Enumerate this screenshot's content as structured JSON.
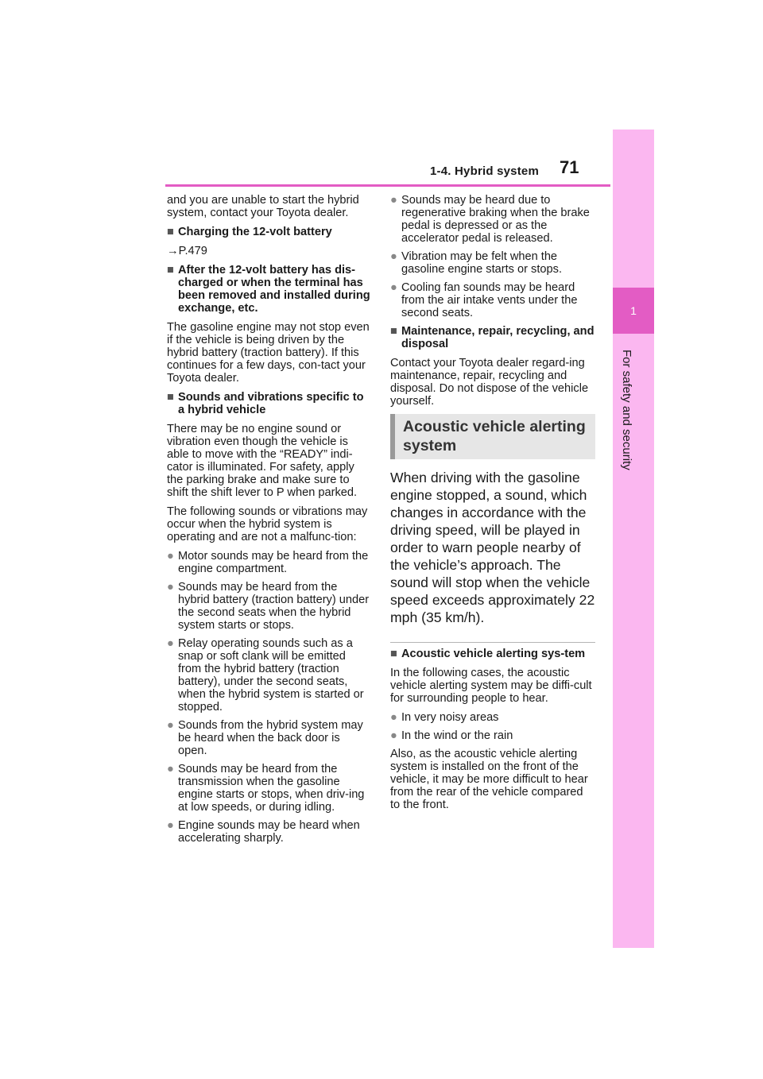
{
  "header": {
    "section": "1-4. Hybrid system",
    "page_number": "71"
  },
  "side_tab": {
    "number": "1",
    "label": "For safety and security"
  },
  "left_column": {
    "intro": "and you are unable to start the hybrid system, contact your Toyota dealer.",
    "charging": {
      "title": "Charging the 12-volt battery",
      "ref": "→P.479"
    },
    "after_discharge": {
      "title": "After the 12-volt battery has dis-charged or when the terminal has been removed and installed during exchange, etc.",
      "body": "The gasoline engine may not stop even if the vehicle is being driven by the hybrid battery (traction battery). If this continues for a few days, con-tact your Toyota dealer."
    },
    "sounds": {
      "title": "Sounds and vibrations specific to a hybrid vehicle",
      "body1": "There may be no engine sound or vibration even though the vehicle is able to move with the “READY” indi-cator is illuminated. For safety, apply the parking brake and make sure to shift the shift lever to P when parked.",
      "body2": "The following sounds or vibrations may occur when the hybrid system is operating and are not a malfunc-tion:",
      "bullets": [
        "Motor sounds may be heard from the engine compartment.",
        "Sounds may be heard from the hybrid battery (traction battery) under the second seats when the hybrid system starts or stops.",
        "Relay operating sounds such as a snap or soft clank will be emitted from the hybrid battery (traction battery), under the second seats, when the hybrid system is started or stopped.",
        "Sounds from the hybrid system may be heard when the back door is open.",
        "Sounds may be heard from the transmission when the gasoline engine starts or stops, when driv-ing at low speeds, or during idling.",
        "Engine sounds may be heard when accelerating sharply."
      ]
    }
  },
  "right_column": {
    "bullets": [
      "Sounds may be heard due to regenerative braking when the brake pedal is depressed or as the accelerator pedal is released.",
      "Vibration may be felt when the gasoline engine starts or stops.",
      "Cooling fan sounds may be heard from the air intake vents under the second seats."
    ],
    "maintenance": {
      "title": "Maintenance, repair, recycling, and disposal",
      "body": "Contact your Toyota dealer regard-ing maintenance, repair, recycling and disposal. Do not dispose of the vehicle yourself."
    },
    "heading": "Acoustic vehicle alerting system",
    "intro": "When driving with the gasoline engine stopped, a sound, which changes in accordance with the driving speed, will be played in order to warn people nearby of the vehicle’s approach. The sound will stop when the vehicle speed exceeds approximately 22 mph (35 km/h).",
    "avas": {
      "title": "Acoustic vehicle alerting sys-tem",
      "body": "In the following cases, the acoustic vehicle alerting system may be diffi-cult for surrounding people to hear.",
      "bullets": [
        "In very noisy areas",
        "In the wind or the rain"
      ],
      "body2": "Also, as the acoustic vehicle alerting system is installed on the front of the vehicle, it may be more difficult to hear from the rear of the vehicle compared to the front."
    }
  },
  "glyphs": {
    "square": "■",
    "bullet": "●"
  },
  "colors": {
    "accent": "#e35cc4",
    "tab": "#fbb7f0"
  }
}
